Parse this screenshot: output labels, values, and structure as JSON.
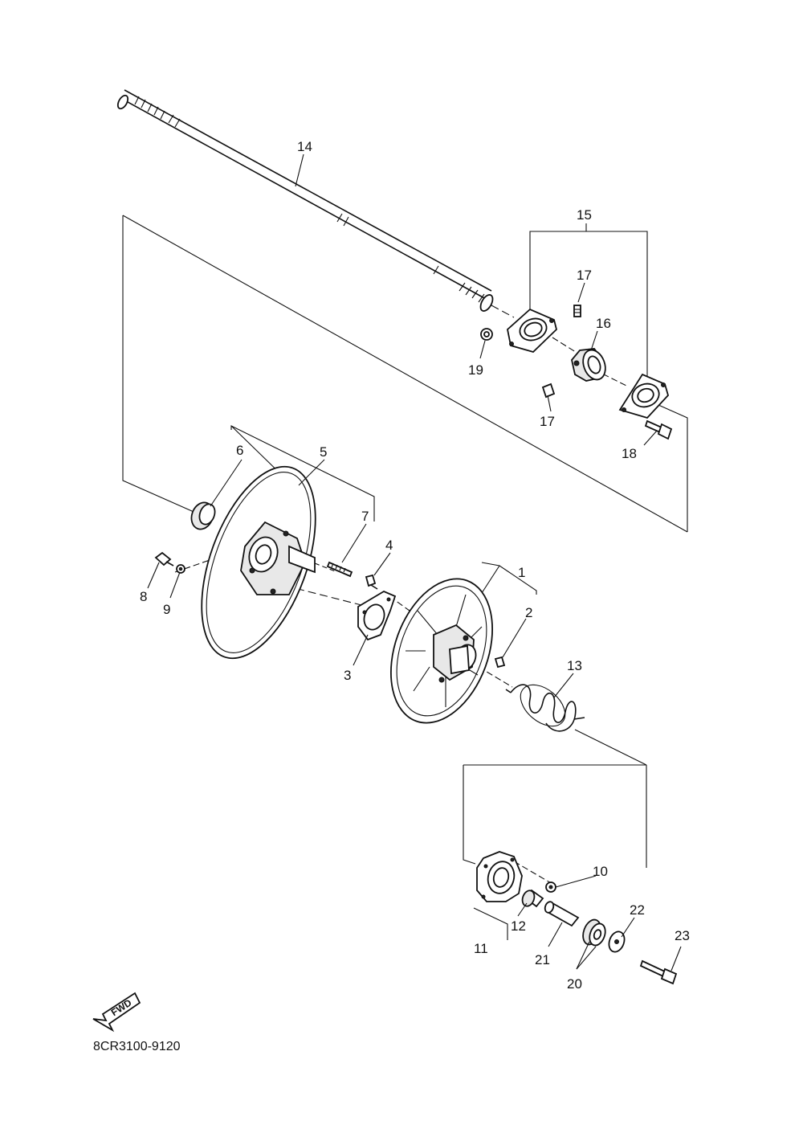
{
  "diagram": {
    "drawing_code": "8CR3100-9120",
    "direction_label": "FWD",
    "callouts": [
      {
        "id": "c1",
        "label": "1"
      },
      {
        "id": "c2",
        "label": "2"
      },
      {
        "id": "c3",
        "label": "3"
      },
      {
        "id": "c4",
        "label": "4"
      },
      {
        "id": "c5",
        "label": "5"
      },
      {
        "id": "c6",
        "label": "6"
      },
      {
        "id": "c7",
        "label": "7"
      },
      {
        "id": "c8",
        "label": "8"
      },
      {
        "id": "c9",
        "label": "9"
      },
      {
        "id": "c10",
        "label": "10"
      },
      {
        "id": "c11",
        "label": "11"
      },
      {
        "id": "c12",
        "label": "12"
      },
      {
        "id": "c13",
        "label": "13"
      },
      {
        "id": "c14",
        "label": "14"
      },
      {
        "id": "c15",
        "label": "15"
      },
      {
        "id": "c16",
        "label": "16"
      },
      {
        "id": "c17a",
        "label": "17"
      },
      {
        "id": "c17b",
        "label": "17"
      },
      {
        "id": "c18",
        "label": "18"
      },
      {
        "id": "c19",
        "label": "19"
      },
      {
        "id": "c20",
        "label": "20"
      },
      {
        "id": "c21",
        "label": "21"
      },
      {
        "id": "c22",
        "label": "22"
      },
      {
        "id": "c23",
        "label": "23"
      }
    ]
  }
}
